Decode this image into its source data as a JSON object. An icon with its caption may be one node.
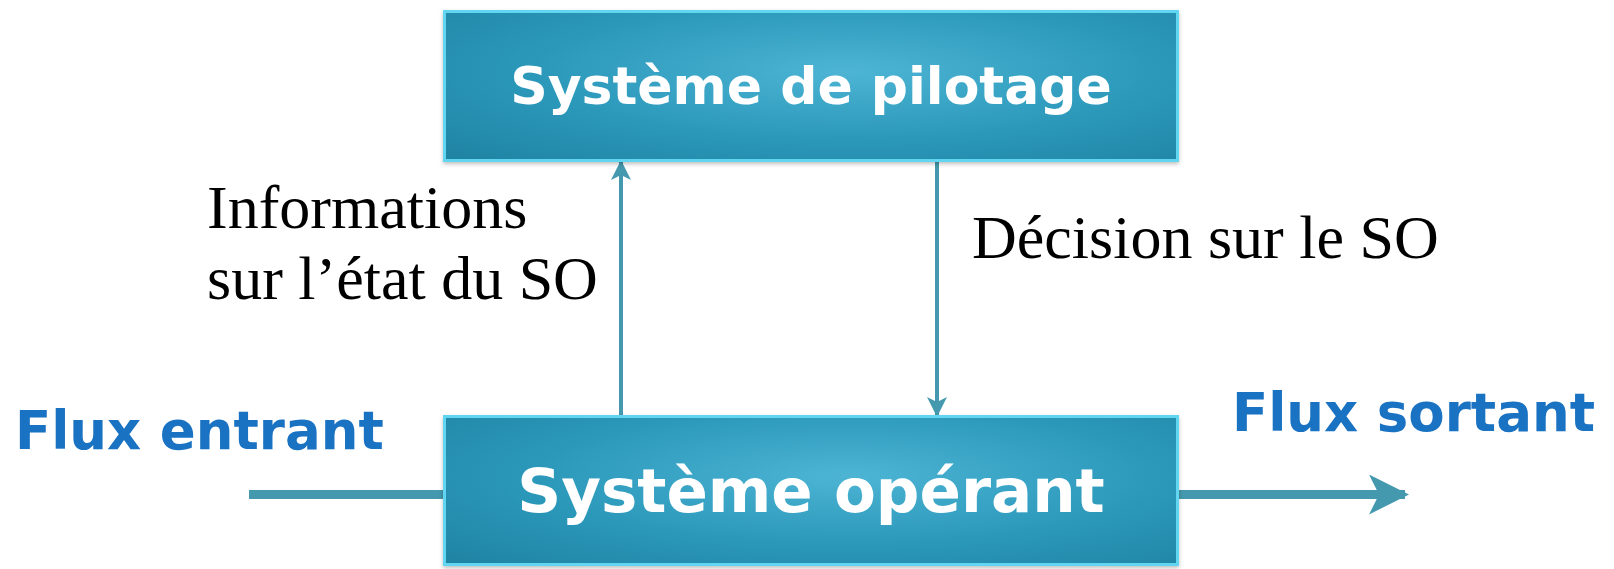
{
  "diagram": {
    "nodes": [
      {
        "text": [
          "Système de pilotage"
        ]
      },
      {
        "text": [
          "Système opérant"
        ]
      }
    ],
    "edges": [
      {
        "from": 1,
        "to": 0,
        "arrow": "to",
        "label": "Informations sur l’état du SO"
      },
      {
        "from": 0,
        "to": 1,
        "arrow": "to",
        "label": "Décision sur le SO"
      },
      {
        "from": null,
        "to": 1,
        "arrow": "none",
        "style": "thick"
      },
      {
        "from": 1,
        "to": null,
        "arrow": "to",
        "style": "thick"
      }
    ],
    "labels": [
      "Flux entrant",
      "Flux sortant"
    ]
  }
}
